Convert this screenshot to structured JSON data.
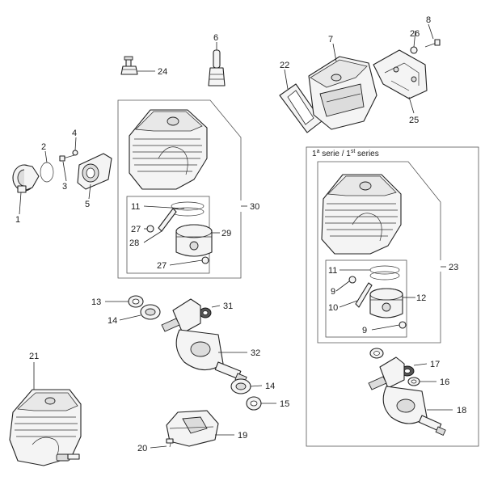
{
  "series_header": {
    "prefix": "1",
    "prefix_sup": "a",
    "word1": " serie / 1",
    "sup": "st",
    "word2": " series"
  },
  "callouts": {
    "c1": "1",
    "c2": "2",
    "c3": "3",
    "c4": "4",
    "c5": "5",
    "c6": "6",
    "c7": "7",
    "c8": "8",
    "c9a": "9",
    "c9b": "9",
    "c10": "10",
    "c11a": "11",
    "c11b": "11",
    "c12": "12",
    "c13": "13",
    "c14a": "14",
    "c14b": "14",
    "c15": "15",
    "c16": "16",
    "c17": "17",
    "c18": "18",
    "c19": "19",
    "c20": "20",
    "c21": "21",
    "c22": "22",
    "c23": "23",
    "c24": "24",
    "c25": "25",
    "c26": "26",
    "c27a": "27",
    "c27b": "27",
    "c28": "28",
    "c29": "29",
    "c30": "30",
    "c31": "31",
    "c32": "32"
  }
}
